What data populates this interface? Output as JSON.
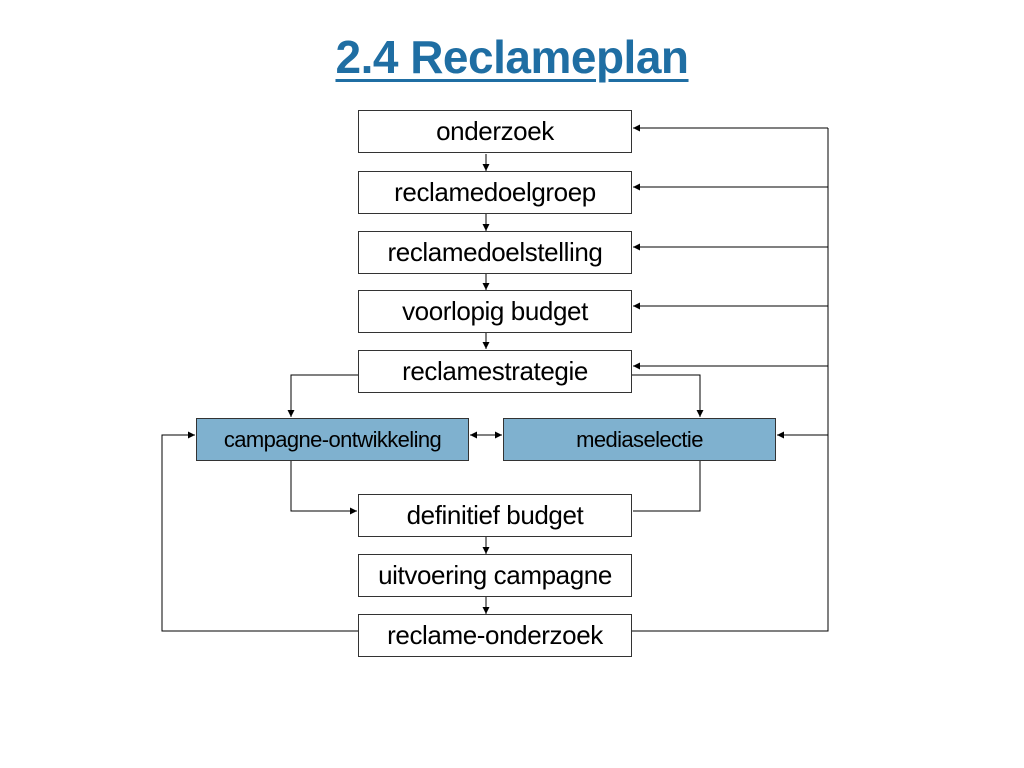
{
  "title": "2.4 Reclameplan",
  "colors": {
    "title": "#1f6ea3",
    "highlight_fill": "#7fb1cf",
    "line": "#000000"
  },
  "boxes": {
    "onderzoek": "onderzoek",
    "reclamedoelgroep": "reclamedoelgroep",
    "reclamedoelstelling": "reclamedoelstelling",
    "voorlopig_budget": "voorlopig budget",
    "reclamestrategie": "reclamestrategie",
    "campagne_ontwikkeling": "campagne-ontwikkeling",
    "mediaselectie": "mediaselectie",
    "definitief_budget": "definitief budget",
    "uitvoering_campagne": "uitvoering campagne",
    "reclame_onderzoek": "reclame-onderzoek"
  }
}
